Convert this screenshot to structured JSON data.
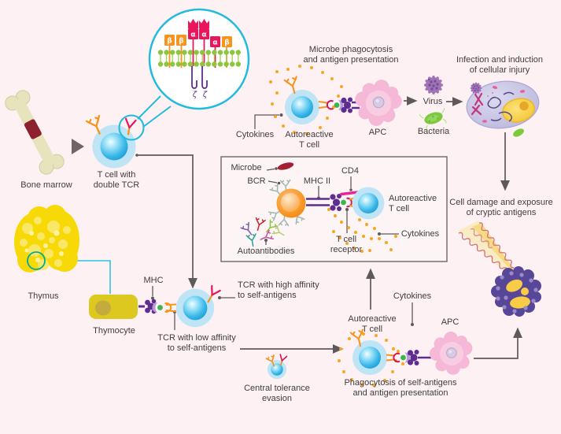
{
  "labels": {
    "bone_marrow": "Bone marrow",
    "t_cell_double_tcr": [
      "T cell with",
      "double TCR"
    ],
    "thymus": "Thymus",
    "thymocyte": "Thymocyte",
    "mhc": "MHC",
    "tcr_high_affinity": [
      "TCR with high affinity",
      "to self-antigens"
    ],
    "tcr_low_affinity": [
      "TCR with low affinity",
      "to self-antigens"
    ],
    "cytokines_top": "Cytokines",
    "autoreactive_t_cell_top": [
      "Autoreactive",
      "T cell"
    ],
    "apc_top": "APC",
    "virus": "Virus",
    "bacteria": "Bacteria",
    "microbe_phagocytosis": [
      "Microbe phagocytosis",
      "and antigen presentation"
    ],
    "infection_injury": [
      "Infection and induction",
      "of cellular injury"
    ],
    "cell_damage": [
      "Cell damage and exposure",
      "of cryptic antigens"
    ],
    "central_tolerance_evasion": [
      "Central tolerance",
      "evasion"
    ],
    "phagocytosis_self_antigens": [
      "Phagocytosis of self-antigens",
      "and antigen presentation"
    ],
    "cytokines_bottom": "Cytokines",
    "autoreactive_t_cell_bottom": [
      "Autoreactive",
      "T cell"
    ],
    "apc_bottom": "APC"
  },
  "detail_box": {
    "microbe": "Microbe",
    "bcr": "BCR",
    "mhc_ii": "MHC II",
    "cd4": "CD4",
    "autoreactive_t_cell": [
      "Autoreactive",
      "T cell"
    ],
    "cytokines": "Cytokines",
    "t_cell_receptor": [
      "T cell",
      "receptor"
    ],
    "autoantibodies": "Autoantibodies"
  },
  "inset": {
    "beta": "β",
    "alpha": "α",
    "zeta": "ζ"
  },
  "colors": {
    "background": "#fdf1f3",
    "text": "#413c3e",
    "arrow_gray": "#5e5a5c",
    "teal_accent": "#22bbdf",
    "thymus_marker_teal": "#00a99d",
    "t_cell_blue": "#2aaee4",
    "t_cell_ring": "#bfe4f6",
    "orange": "#f7941d",
    "magenta": "#e8175d",
    "red_tcr": "#d4145a",
    "purple": "#5f2d91",
    "lavender_mhc": "#b59ad6",
    "membrane_green": "#8cc63f",
    "antigen_green": "#3cb54a",
    "thymus_yellow": "#f7d908",
    "thymocyte_yellow": "#dcc81e",
    "apc_pink": "#f5b8d6",
    "cytokine_orange": "#f5a623",
    "microbe_dark_red": "#a31f34",
    "virus_purple": "#a173b8",
    "bacteria_green": "#7dc93e",
    "infected_cell_lavender": "#c5c2e2",
    "damaged_cell_purple": "#584798",
    "nucleus_yellow": "#f8d04a",
    "dna_strand_pink": "#d4717f",
    "bone_khaki": "#e6e3bd",
    "cd4_pink": "#ec268f"
  }
}
